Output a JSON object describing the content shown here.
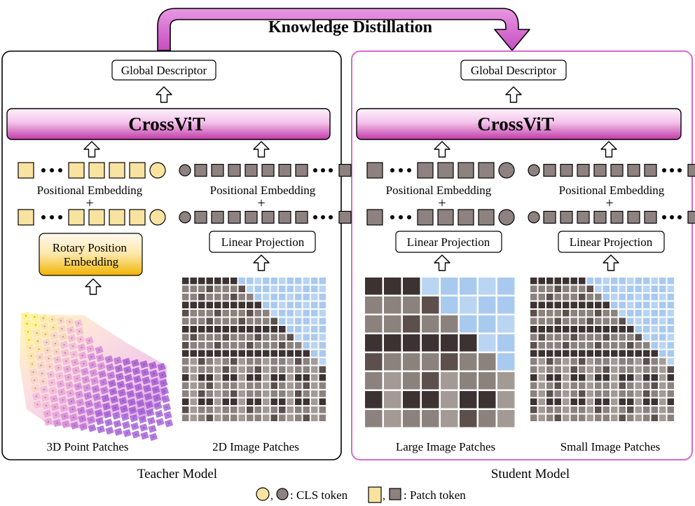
{
  "title": "Knowledge Distillation",
  "colors": {
    "accent_magenta": "#d46bd0",
    "crossvit_top": "#fbe6f8",
    "crossvit_bottom": "#c23aa8",
    "yellow_token": "#f8e3a0",
    "gray_token": "#8e8280",
    "rope_top": "#fff6d6",
    "rope_bottom": "#f1b800",
    "student_border": "#d46bd0"
  },
  "teacher": {
    "label": "Teacher Model",
    "global_descriptor": "Global Descriptor",
    "crossvit": "CrossViT",
    "left": {
      "positional_embedding": "Positional Embedding",
      "plus": "+",
      "encoder": "Rotary Position\nEmbedding",
      "caption": "3D Point Patches"
    },
    "right": {
      "positional_embedding": "Positional Embedding",
      "plus": "+",
      "encoder": "Linear Projection",
      "caption": "2D Image Patches"
    }
  },
  "student": {
    "label": "Student Model",
    "global_descriptor": "Global Descriptor",
    "crossvit": "CrossViT",
    "left": {
      "positional_embedding": "Positional Embedding",
      "plus": "+",
      "encoder": "Linear Projection",
      "caption": "Large Image Patches"
    },
    "right": {
      "positional_embedding": "Positional Embedding",
      "plus": "+",
      "encoder": "Linear Projection",
      "caption": "Small Image Patches"
    }
  },
  "legend": {
    "cls": ": CLS token",
    "patch": ": Patch token",
    "comma": ","
  },
  "icons": [
    "up-arrow-icon",
    "curved-arrow-icon",
    "cls-token-icon",
    "patch-token-icon"
  ]
}
